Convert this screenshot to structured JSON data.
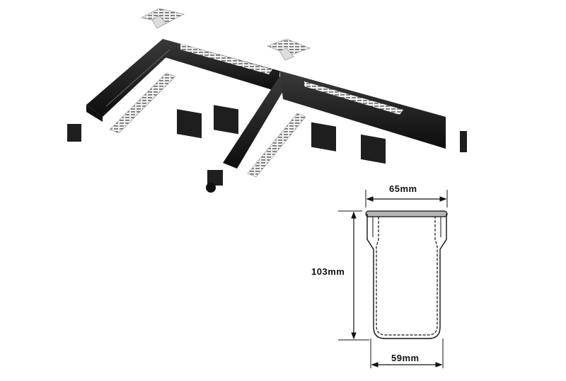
{
  "illustration": {
    "subject": "Linear drainage channel system exploded view",
    "components": [
      {
        "name": "channel-l-section",
        "color": "#1a1a1a"
      },
      {
        "name": "channel-t-section",
        "color": "#1a1a1a"
      },
      {
        "name": "stainless-grate",
        "color": "#e8e8e8"
      },
      {
        "name": "t-junction-grate",
        "color": "#e8e8e8"
      },
      {
        "name": "end-cap",
        "color": "#222222"
      },
      {
        "name": "outlet-connector",
        "color": "#222222"
      },
      {
        "name": "grate-bracket",
        "color": "#222222"
      }
    ]
  },
  "dimensions": {
    "top_width": "65mm",
    "height": "103mm",
    "bottom_width": "59mm"
  }
}
